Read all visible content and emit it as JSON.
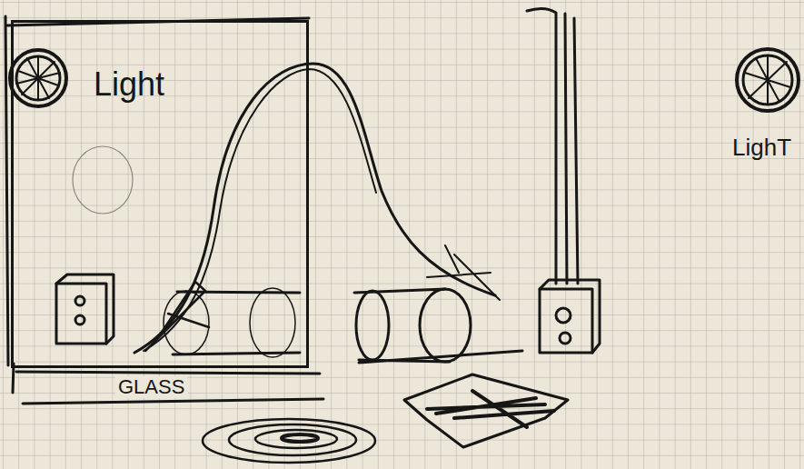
{
  "diagram": {
    "nodes": [
      {
        "text": [
          "Light",
          "GLASS"
        ]
      }
    ],
    "labels": [
      "LighT"
    ]
  }
}
